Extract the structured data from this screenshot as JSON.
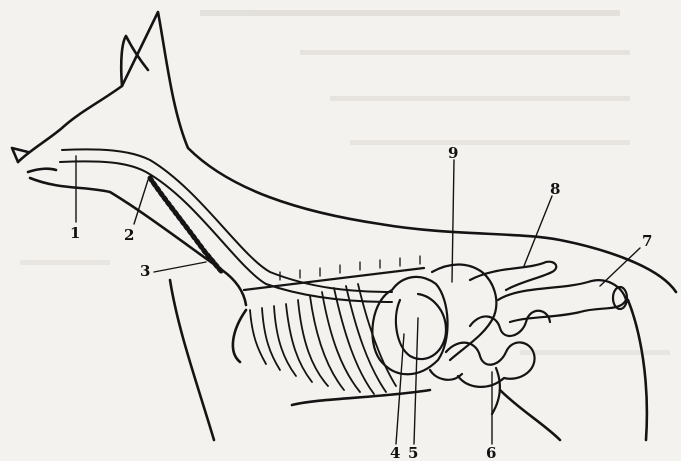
{
  "figure": {
    "labels": [
      "1",
      "2",
      "3",
      "4",
      "5",
      "6",
      "7",
      "8",
      "9"
    ],
    "colors": {
      "ink": "#141414",
      "paper": "#f4f2ee",
      "bleed": "#c9c6c0"
    }
  }
}
